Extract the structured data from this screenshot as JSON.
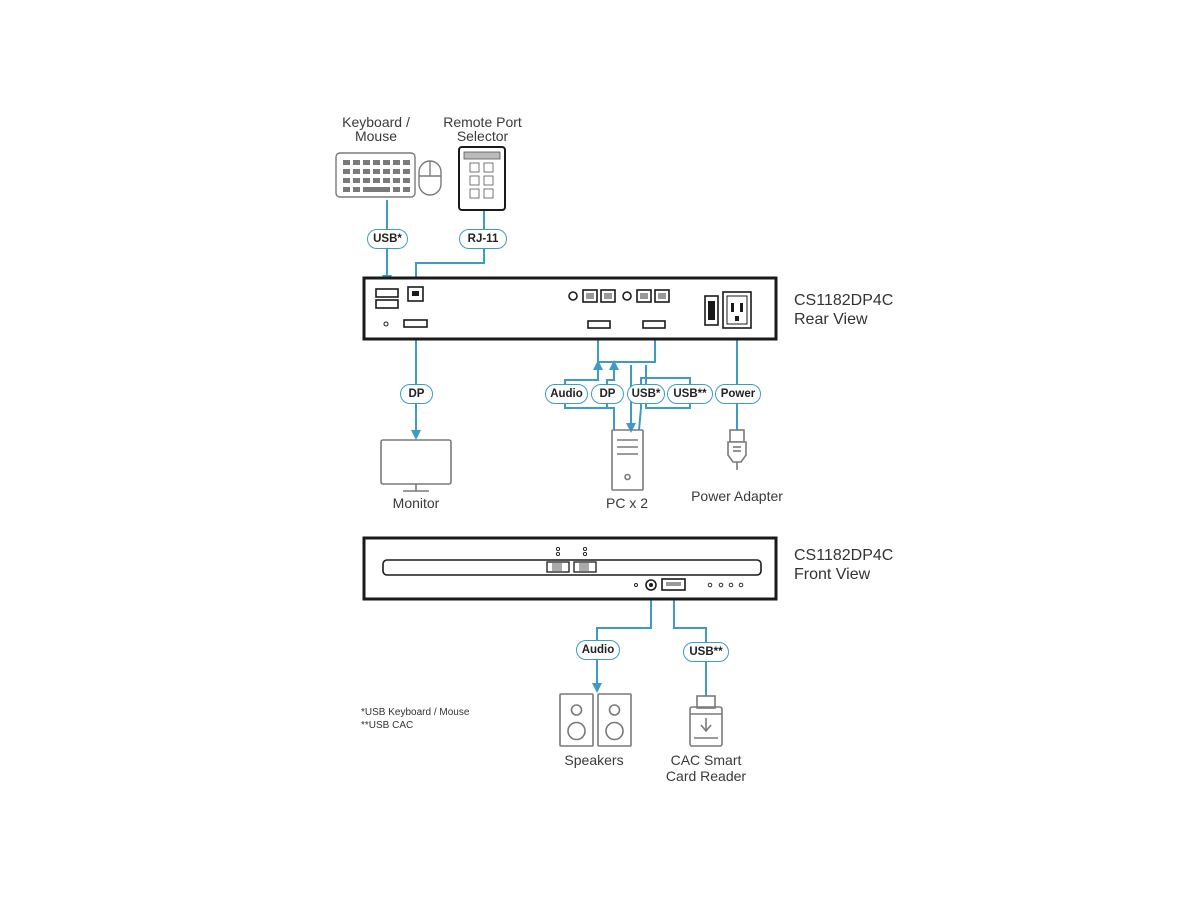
{
  "devices": {
    "keyboard_mouse": [
      "Keyboard /",
      "Mouse"
    ],
    "remote_port_selector": [
      "Remote Port",
      "Selector"
    ],
    "monitor": "Monitor",
    "pc": "PC x 2",
    "power_adapter": "Power Adapter",
    "speakers": "Speakers",
    "card_reader": [
      "CAC Smart",
      "Card Reader"
    ]
  },
  "connectors": {
    "usb_km": "USB*",
    "rj11": "RJ-11",
    "dp_monitor": "DP",
    "pc_audio": "Audio",
    "pc_dp": "DP",
    "pc_usb": "USB*",
    "pc_usb_cac": "USB**",
    "power": "Power",
    "front_audio": "Audio",
    "front_usb_cac": "USB**"
  },
  "rear_unit": {
    "model": "CS1182DP4C",
    "view": "Rear View"
  },
  "front_unit": {
    "model": "CS1182DP4C",
    "view": "Front View"
  },
  "footnotes": [
    "*USB Keyboard / Mouse",
    "**USB CAC"
  ],
  "colors": {
    "cable": "#3d9cc6",
    "outline": "#1a1a1a",
    "icon_gray": "#7a7a7a"
  }
}
